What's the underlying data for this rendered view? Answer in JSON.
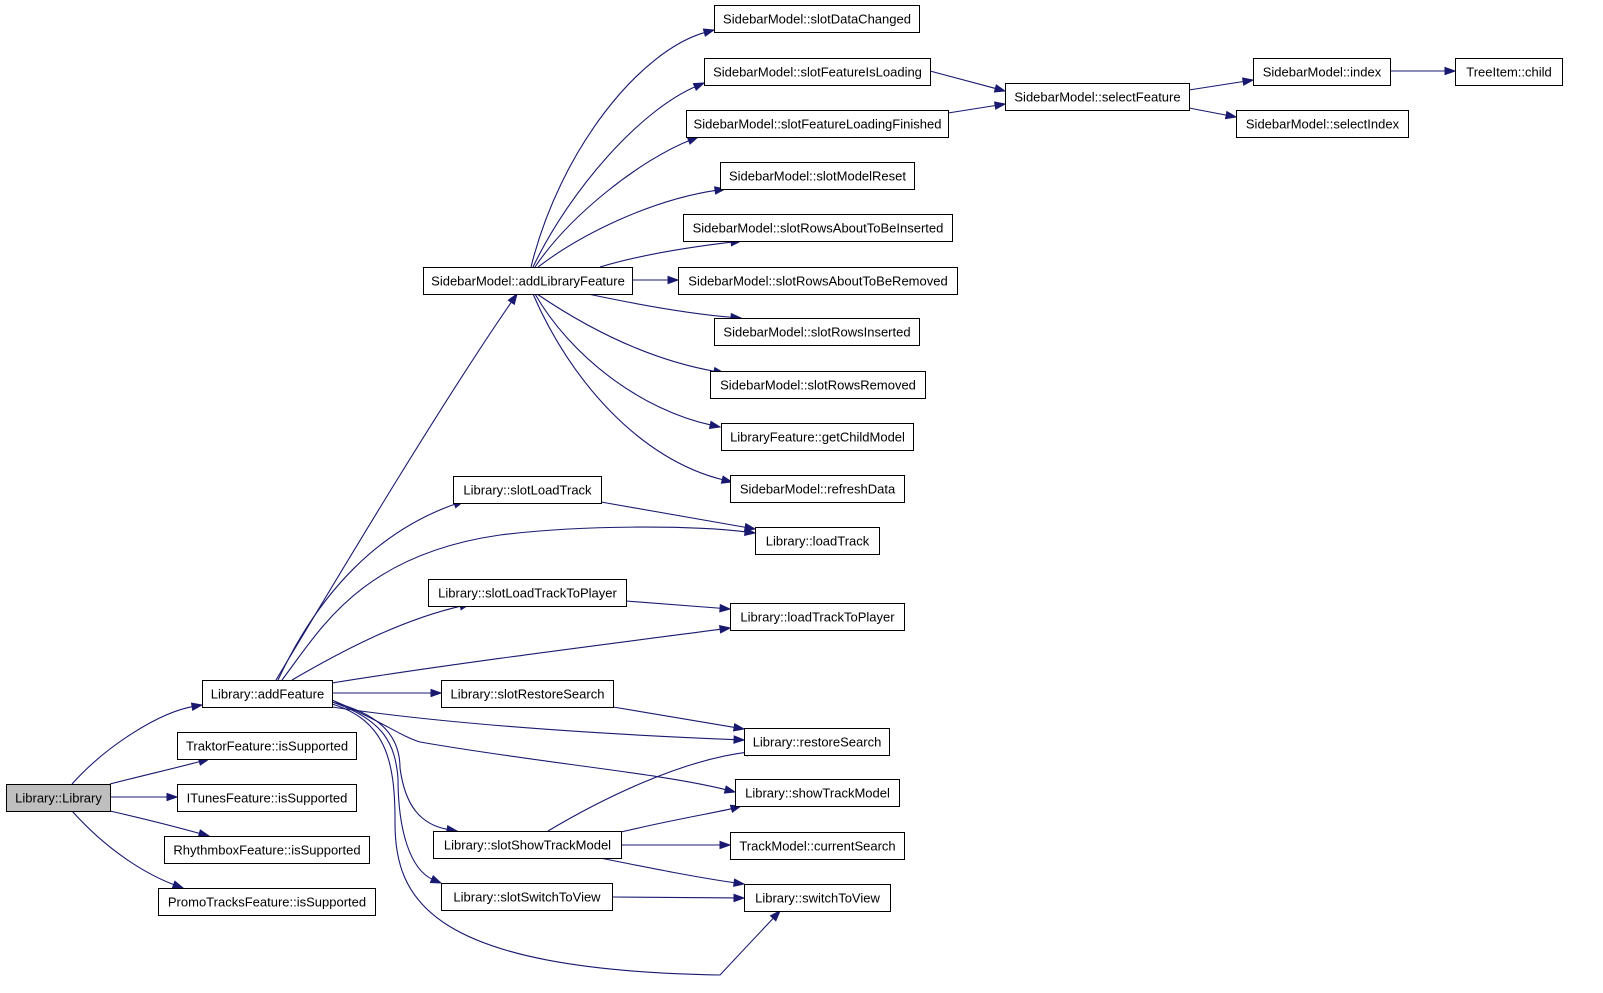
{
  "graph": {
    "nodes": [
      {
        "id": "library_ctor",
        "label": "Library::Library",
        "role": "root"
      },
      {
        "id": "addFeature",
        "label": "Library::addFeature"
      },
      {
        "id": "traktor",
        "label": "TraktorFeature::isSupported"
      },
      {
        "id": "itunes",
        "label": "ITunesFeature::isSupported"
      },
      {
        "id": "rhythmbox",
        "label": "RhythmboxFeature::isSupported"
      },
      {
        "id": "promo",
        "label": "PromoTracksFeature::isSupported"
      },
      {
        "id": "addLibraryFeature",
        "label": "SidebarModel::addLibraryFeature"
      },
      {
        "id": "slotLoadTrack",
        "label": "Library::slotLoadTrack"
      },
      {
        "id": "slotLoadTrackToPlayer",
        "label": "Library::slotLoadTrackToPlayer"
      },
      {
        "id": "slotRestoreSearch",
        "label": "Library::slotRestoreSearch"
      },
      {
        "id": "slotShowTrackModel",
        "label": "Library::slotShowTrackModel"
      },
      {
        "id": "slotSwitchToView",
        "label": "Library::slotSwitchToView"
      },
      {
        "id": "slotDataChanged",
        "label": "SidebarModel::slotDataChanged"
      },
      {
        "id": "slotFeatureIsLoading",
        "label": "SidebarModel::slotFeatureIsLoading"
      },
      {
        "id": "slotFeatureLoadingFinished",
        "label": "SidebarModel::slotFeatureLoadingFinished"
      },
      {
        "id": "slotModelReset",
        "label": "SidebarModel::slotModelReset"
      },
      {
        "id": "slotRowsAboutToBeInserted",
        "label": "SidebarModel::slotRowsAboutToBeInserted"
      },
      {
        "id": "slotRowsAboutToBeRemoved",
        "label": "SidebarModel::slotRowsAboutToBeRemoved"
      },
      {
        "id": "slotRowsInserted",
        "label": "SidebarModel::slotRowsInserted"
      },
      {
        "id": "slotRowsRemoved",
        "label": "SidebarModel::slotRowsRemoved"
      },
      {
        "id": "getChildModel",
        "label": "LibraryFeature::getChildModel"
      },
      {
        "id": "refreshData",
        "label": "SidebarModel::refreshData"
      },
      {
        "id": "loadTrack",
        "label": "Library::loadTrack"
      },
      {
        "id": "loadTrackToPlayer",
        "label": "Library::loadTrackToPlayer"
      },
      {
        "id": "restoreSearch",
        "label": "Library::restoreSearch"
      },
      {
        "id": "showTrackModel",
        "label": "Library::showTrackModel"
      },
      {
        "id": "currentSearch",
        "label": "TrackModel::currentSearch"
      },
      {
        "id": "switchToView",
        "label": "Library::switchToView"
      },
      {
        "id": "selectFeature",
        "label": "SidebarModel::selectFeature"
      },
      {
        "id": "sidebarIndex",
        "label": "SidebarModel::index"
      },
      {
        "id": "selectIndex",
        "label": "SidebarModel::selectIndex"
      },
      {
        "id": "treeItemChild",
        "label": "TreeItem::child"
      }
    ],
    "edges": [
      {
        "from": "library_ctor",
        "to": "addFeature"
      },
      {
        "from": "library_ctor",
        "to": "traktor"
      },
      {
        "from": "library_ctor",
        "to": "itunes"
      },
      {
        "from": "library_ctor",
        "to": "rhythmbox"
      },
      {
        "from": "library_ctor",
        "to": "promo"
      },
      {
        "from": "addFeature",
        "to": "addLibraryFeature"
      },
      {
        "from": "addFeature",
        "to": "slotLoadTrack"
      },
      {
        "from": "addFeature",
        "to": "loadTrack"
      },
      {
        "from": "addFeature",
        "to": "slotLoadTrackToPlayer"
      },
      {
        "from": "addFeature",
        "to": "loadTrackToPlayer"
      },
      {
        "from": "addFeature",
        "to": "slotRestoreSearch"
      },
      {
        "from": "addFeature",
        "to": "restoreSearch"
      },
      {
        "from": "addFeature",
        "to": "showTrackModel"
      },
      {
        "from": "addFeature",
        "to": "slotShowTrackModel"
      },
      {
        "from": "addFeature",
        "to": "slotSwitchToView"
      },
      {
        "from": "addFeature",
        "to": "switchToView"
      },
      {
        "from": "addLibraryFeature",
        "to": "slotDataChanged"
      },
      {
        "from": "addLibraryFeature",
        "to": "slotFeatureIsLoading"
      },
      {
        "from": "addLibraryFeature",
        "to": "slotFeatureLoadingFinished"
      },
      {
        "from": "addLibraryFeature",
        "to": "slotModelReset"
      },
      {
        "from": "addLibraryFeature",
        "to": "slotRowsAboutToBeInserted"
      },
      {
        "from": "addLibraryFeature",
        "to": "slotRowsAboutToBeRemoved"
      },
      {
        "from": "addLibraryFeature",
        "to": "slotRowsInserted"
      },
      {
        "from": "addLibraryFeature",
        "to": "slotRowsRemoved"
      },
      {
        "from": "addLibraryFeature",
        "to": "getChildModel"
      },
      {
        "from": "addLibraryFeature",
        "to": "refreshData"
      },
      {
        "from": "slotFeatureIsLoading",
        "to": "selectFeature"
      },
      {
        "from": "slotFeatureLoadingFinished",
        "to": "selectFeature"
      },
      {
        "from": "selectFeature",
        "to": "sidebarIndex"
      },
      {
        "from": "selectFeature",
        "to": "selectIndex"
      },
      {
        "from": "sidebarIndex",
        "to": "treeItemChild"
      },
      {
        "from": "slotLoadTrack",
        "to": "loadTrack"
      },
      {
        "from": "slotLoadTrackToPlayer",
        "to": "loadTrackToPlayer"
      },
      {
        "from": "slotRestoreSearch",
        "to": "restoreSearch"
      },
      {
        "from": "slotShowTrackModel",
        "to": "restoreSearch"
      },
      {
        "from": "slotShowTrackModel",
        "to": "showTrackModel"
      },
      {
        "from": "slotShowTrackModel",
        "to": "currentSearch"
      },
      {
        "from": "slotShowTrackModel",
        "to": "switchToView"
      },
      {
        "from": "slotSwitchToView",
        "to": "switchToView"
      }
    ]
  },
  "colors": {
    "edge": "#191970",
    "root_fill": "#bfbfbf",
    "node_fill": "#ffffff",
    "node_border": "#000000"
  }
}
